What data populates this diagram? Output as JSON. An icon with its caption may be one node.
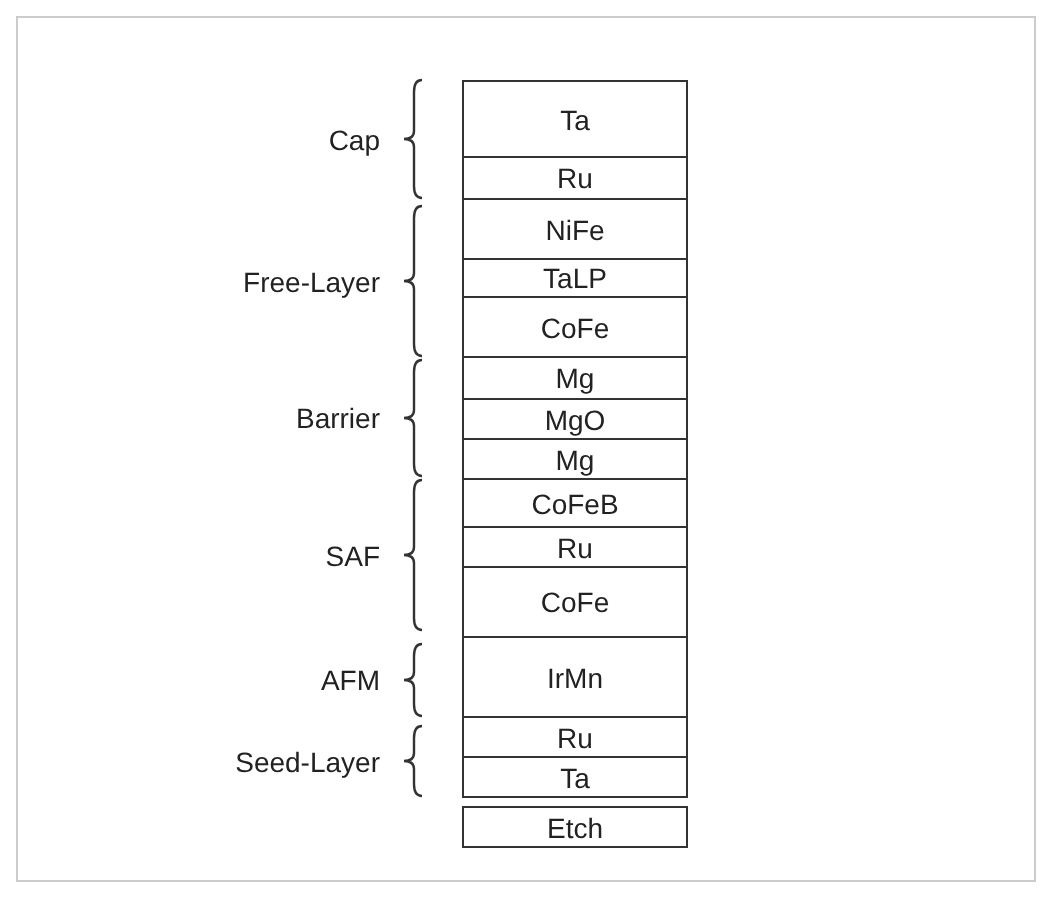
{
  "diagram": {
    "nodes": [
      {
        "text": [
          "Ta"
        ]
      },
      {
        "text": [
          "Ru"
        ]
      },
      {
        "text": [
          "NiFe"
        ]
      },
      {
        "text": [
          "TaLP"
        ]
      },
      {
        "text": [
          "CoFe"
        ]
      },
      {
        "text": [],
        "shape": "box"
      },
      {
        "text": [
          "Mg"
        ],
        "in": 5
      },
      {
        "text": [
          "MgO"
        ],
        "in": 5
      },
      {
        "text": [
          "Mg"
        ],
        "in": 5
      },
      {
        "text": [
          "CoFeB"
        ]
      },
      {
        "text": [
          "Ru"
        ]
      },
      {
        "text": [
          "CoFe"
        ]
      },
      {
        "text": [
          "IrMn"
        ]
      },
      {
        "text": [
          "Ru"
        ]
      },
      {
        "text": [
          "Ta"
        ]
      },
      {
        "text": [
          "Etch"
        ]
      }
    ],
    "edges": [],
    "labels": [
      "Cap",
      "Free-Layer",
      "Barrier",
      "SAF",
      "AFM",
      "Seed-Layer"
    ]
  }
}
